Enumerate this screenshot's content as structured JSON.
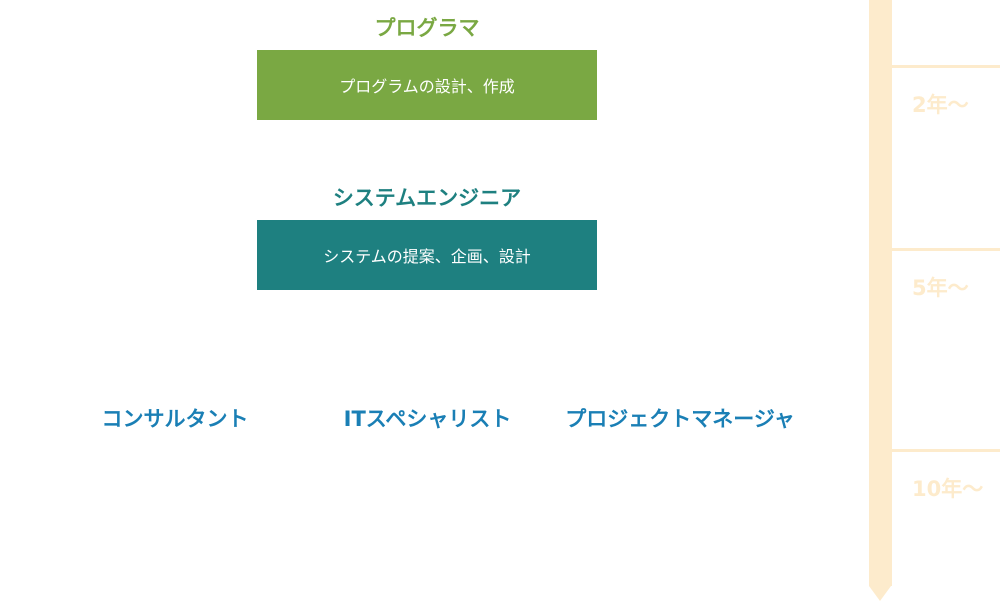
{
  "colors": {
    "programmer": "#7aa843",
    "system_engineer": "#1e8080",
    "career_blue": "#1a7fb5",
    "timeline": "#fdebcc"
  },
  "programmer": {
    "title": "プログラマ",
    "description": "プログラムの設計、作成"
  },
  "system_engineer": {
    "title": "システムエンジニア",
    "description": "システムの提案、企画、設計"
  },
  "careers": {
    "consultant": "コンサルタント",
    "it_specialist": "ITスペシャリスト",
    "project_manager": "プロジェクトマネージャ"
  },
  "timeline": {
    "stage_2": "2年〜",
    "stage_5": "5年〜",
    "stage_10": "10年〜"
  }
}
